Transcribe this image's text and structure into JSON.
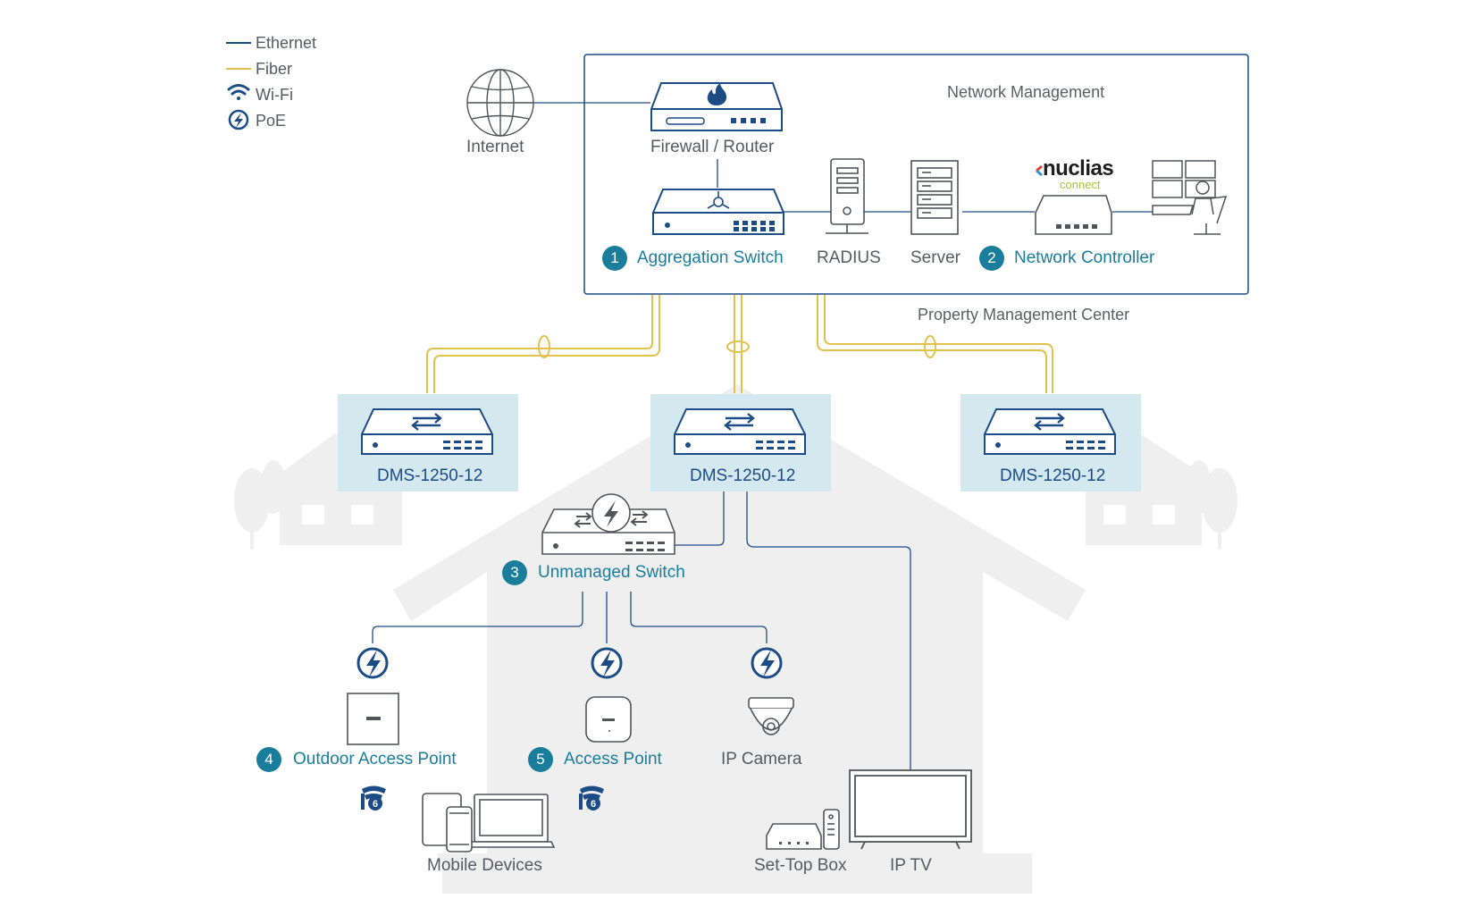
{
  "legend": {
    "ethernet": "Ethernet",
    "fiber": "Fiber",
    "wifi": "Wi-Fi",
    "poe": "PoE"
  },
  "colors": {
    "ethernet": "#1c4c86",
    "fiber": "#e2c24e",
    "accent": "#1a7d9c",
    "switch_bg": "#d3e8ef",
    "house": "#efefef"
  },
  "groups": {
    "network_management": "Network Management",
    "property_management": "Property Management Center"
  },
  "brand": {
    "name": "nuclias",
    "sub": "connect"
  },
  "nodes": {
    "internet": "Internet",
    "firewall": "Firewall / Router",
    "aggregation": {
      "num": "1",
      "label": "Aggregation Switch"
    },
    "radius": "RADIUS",
    "server": "Server",
    "controller": {
      "num": "2",
      "label": "Network Controller"
    },
    "switches": [
      "DMS-1250-12",
      "DMS-1250-12",
      "DMS-1250-12"
    ],
    "unmanaged": {
      "num": "3",
      "label": "Unmanaged Switch"
    },
    "outdoor_ap": {
      "num": "4",
      "label": "Outdoor Access Point"
    },
    "access_point": {
      "num": "5",
      "label": "Access Point"
    },
    "ip_camera": "IP Camera",
    "mobile": "Mobile Devices",
    "settop": "Set-Top Box",
    "iptv": "IP TV"
  },
  "icons": [
    "globe-icon",
    "flame-icon",
    "server-icon",
    "poe-icon",
    "wifi-icon",
    "wifi6-icon",
    "camera-icon",
    "tv-icon",
    "admin-icon"
  ]
}
